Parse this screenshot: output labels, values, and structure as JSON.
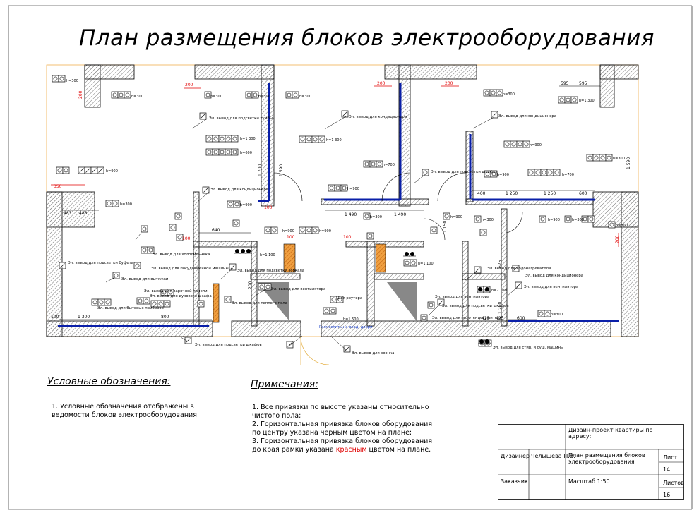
{
  "title": "План размещения блоков электрооборудования",
  "plan_labels": {
    "tv_light": "Эл. вывод для подсветки тумбы",
    "ac_1": "Эл. вывод для кондиционера",
    "wardrobe_light_1": "Эл. вывод для подсветки шкафов",
    "ac_2": "Эл. вывод для кондиционера",
    "ac_3": "Эл. вывод для кондиционера",
    "ac_4": "Эл. вывод для кондиционера",
    "wardrobe_light_2": "Эл. вывод для подсветки шкафов",
    "mirror_light": "Эл. вывод для подсветки зеркала",
    "ventilator_1": "Эл. вывод для вентилятора",
    "ventilator_2": "Эл. вывод для вентилятора",
    "ventilator_3": "Эл. вывод для вентилятора",
    "dishwasher": "Эл. вывод для посудомоечной машины",
    "hood": "Эл. вывод для вытяжки",
    "hob": "Эл. вывод для варочной панели",
    "oven": "Эл. вывод для духового шкафа",
    "fridge": "Эл. вывод для холодильника",
    "kitchen_appliances": "Эл. вывод для бытовых приборов",
    "heating": "Эл. вывод для теплого пола",
    "buffet_light": "Эл. вывод для подсветки буфета",
    "boiler": "Эл. вывод для водонагревателя",
    "washer": "Эл. вывод для стир. и суш. машины",
    "bell": "Эл. вывод для звонка",
    "router": "Для роутера",
    "towel": "Эл. вывод для полотенцесушителя",
    "wardrobe_light_3": "Эл. вывод для подсветки шкафов",
    "entrance_note": "Разместить на вход. двери",
    "h300": "h=300",
    "h900": "h=900",
    "h1300": "h=1 300",
    "h700": "h=700",
    "h600": "h=600",
    "h1100": "h=1 100",
    "h2100": "h=2 100",
    "h1500": "h=1 500",
    "d640": "640",
    "d1490": "1 490",
    "d1250": "1 250",
    "d400": "400",
    "d600": "600",
    "d595": "595",
    "d1300": "1 300",
    "d800": "800",
    "d483": "483",
    "d200": "200",
    "d100": "100",
    "d425": "425",
    "d1200": "1 200",
    "d1150": "1 150",
    "d1700": "1 700",
    "d1590": "1 590",
    "d675": "675",
    "d350": "350"
  },
  "legend": {
    "heading": "Условные обозначения:",
    "line1": "1. Условные обозначения отображены в",
    "line2": "ведомости блоков электрооборудования."
  },
  "notes": {
    "heading": "Примечания:",
    "l1": "1. Все привязки по высоте указаны относительно",
    "l2": "чистого пола;",
    "l3": "2. Горизонтальная привязка блоков оборудования",
    "l4": "по центру указана черным цветом на плане;",
    "l5": "3. Горизонтальная привязка блоков оборудования",
    "l6a": "до края рамки указана ",
    "l6red": "красным",
    "l6b": " цветом на плане."
  },
  "stamp": {
    "project": "Дизайн-проект квартиры по адресу:",
    "designer_label": "Дизайнер",
    "designer_name": "Челышева П.В.",
    "sheet_title": "План размещения блоков электрооборудования",
    "sheet_label": "Лист",
    "sheet_no": "14",
    "customer_label": "Заказчик",
    "scale": "Масштаб   1:50",
    "sheets_label": "Листов",
    "sheets_total": "16"
  }
}
